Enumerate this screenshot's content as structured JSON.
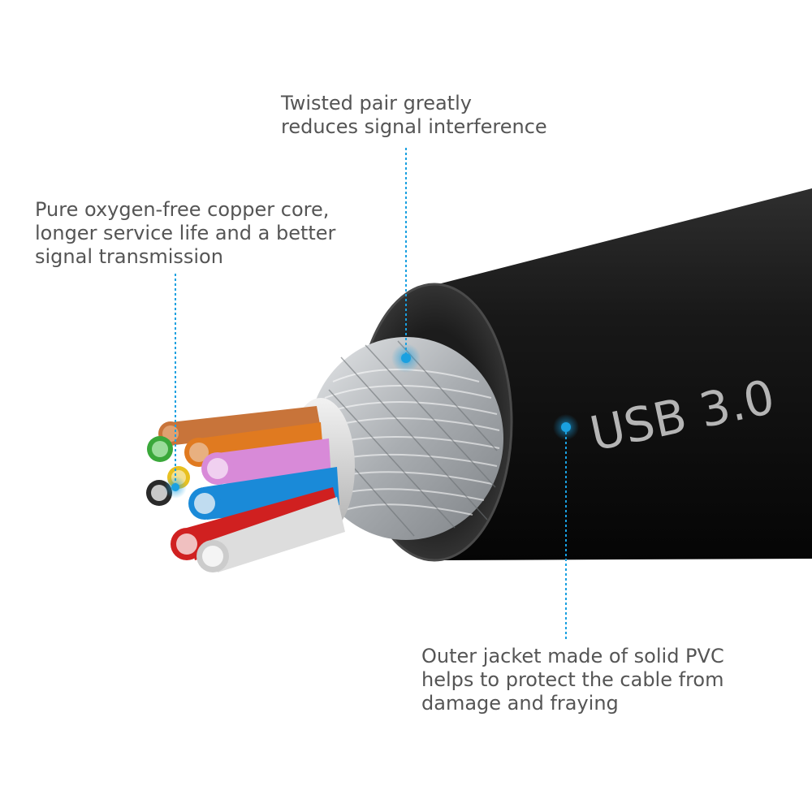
{
  "callouts": {
    "twisted_pair": {
      "lines": [
        "Twisted pair greatly",
        "reduces signal interference"
      ]
    },
    "copper_core": {
      "lines": [
        "Pure oxygen-free copper core,",
        "longer service life and a better",
        "signal transmission"
      ]
    },
    "outer_jacket": {
      "lines": [
        "Outer jacket made of solid PVC",
        "helps to protect the cable from",
        "damage and fraying"
      ]
    }
  },
  "cable": {
    "print_label": "USB 3.0"
  },
  "colors": {
    "accent": "#1aa0e0",
    "text": "#555555",
    "jacket": "#151515",
    "braid": "#b8bcc0",
    "wires": [
      "#c8743a",
      "#3aa83a",
      "#e07a20",
      "#d88ad8",
      "#e8c020",
      "#1a8ad8",
      "#d02020",
      "#dddddd",
      "#2a2a2a"
    ]
  }
}
